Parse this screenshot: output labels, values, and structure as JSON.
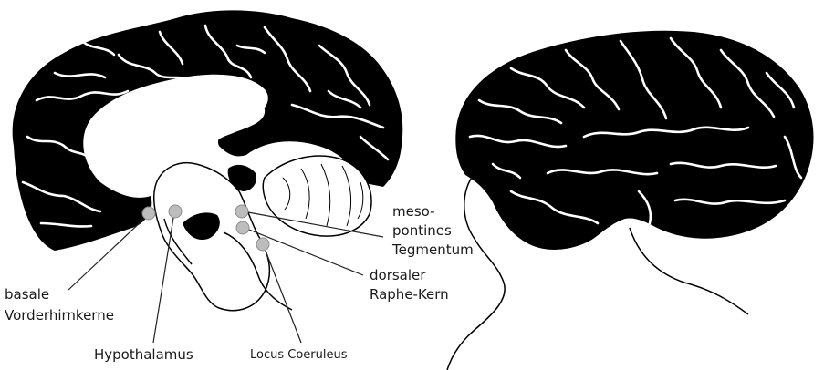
{
  "labels": {
    "basal_forebrain_line1": "basale",
    "basal_forebrain_line2": "Vorderhirnkerne",
    "hypothalamus": "Hypothalamus",
    "locus_coeruleus": "Locus Coeruleus",
    "mesopontine_line1": "meso-",
    "mesopontine_line2": "pontines",
    "mesopontine_line3": "Tegmentum",
    "raphe_line1": "dorsaler",
    "raphe_line2": "Raphe-Kern"
  },
  "colors": {
    "brain": "#000000",
    "nucleus_fill": "#bdbdbd",
    "background": "#ffffff"
  }
}
